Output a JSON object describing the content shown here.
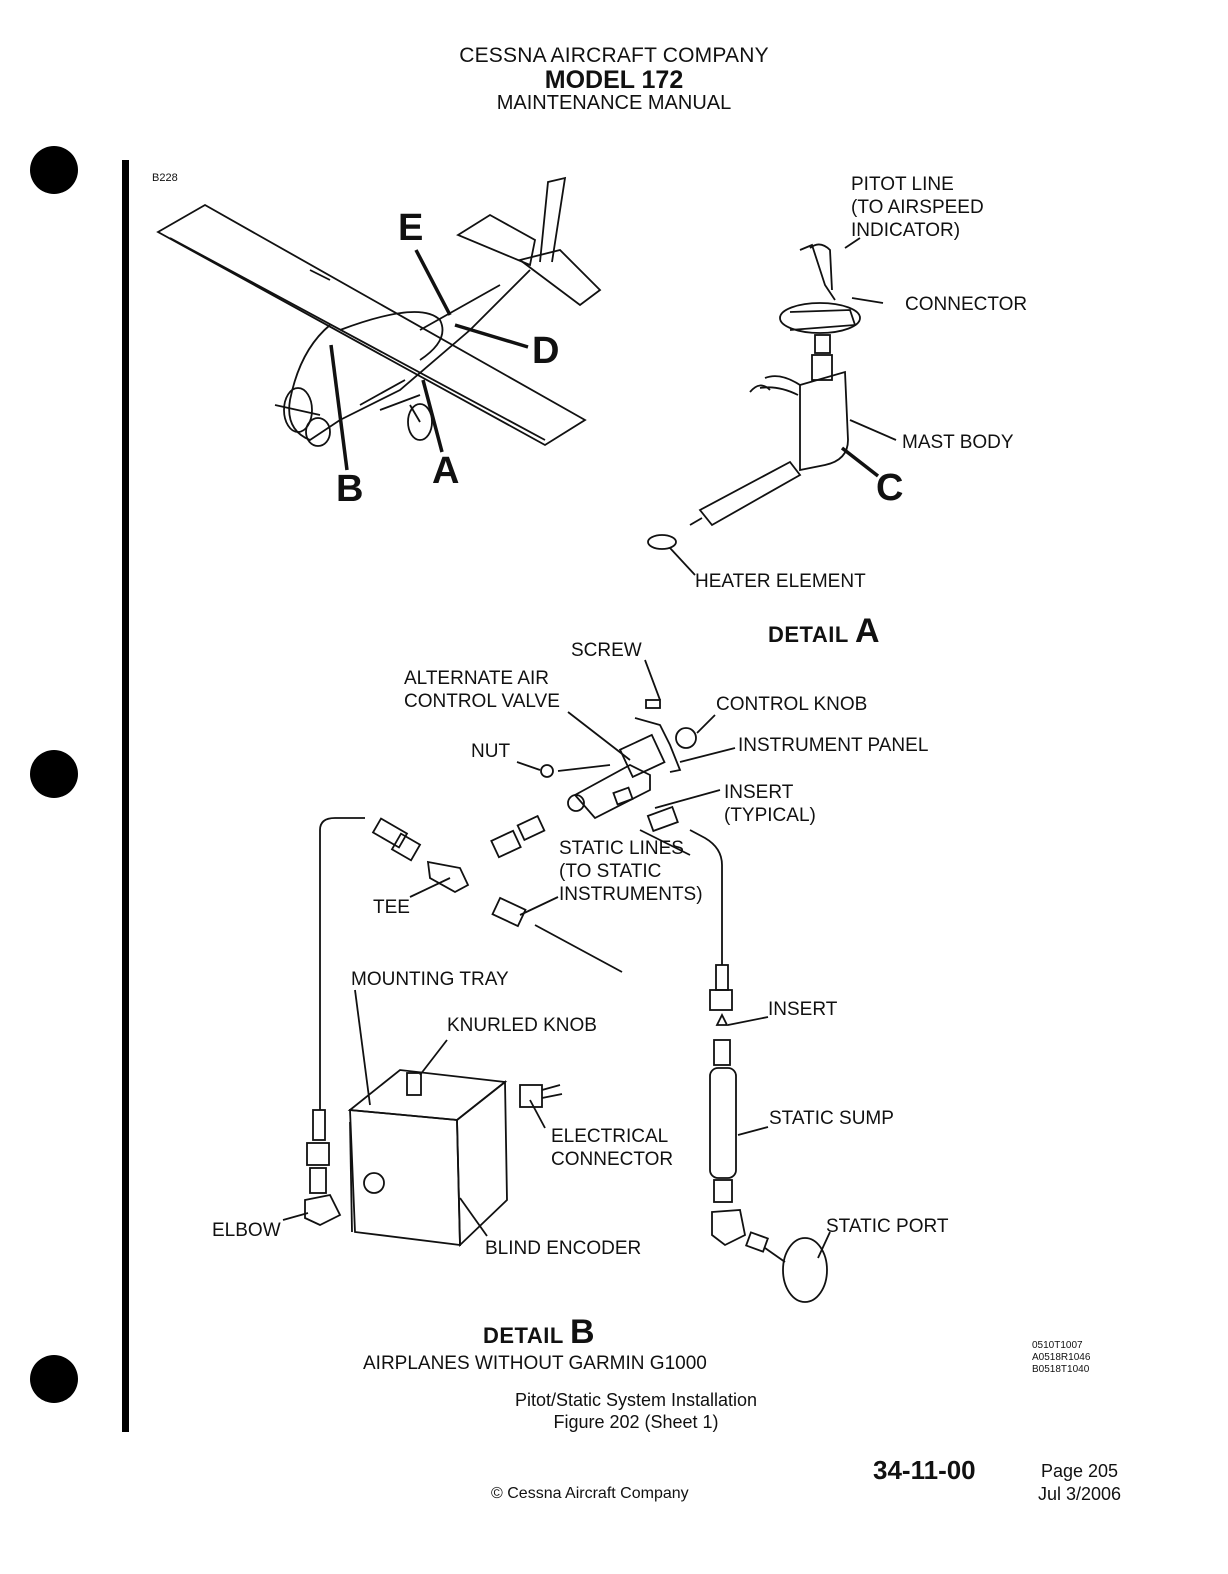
{
  "header": {
    "company": "CESSNA AIRCRAFT COMPANY",
    "model": "MODEL 172",
    "manual": "MAINTENANCE MANUAL"
  },
  "figure_code": "B228",
  "airplane_callouts": {
    "e": "E",
    "d": "D",
    "b": "B",
    "a": "A"
  },
  "detail_a": {
    "pitot_line": "PITOT LINE\n(TO AIRSPEED\nINDICATOR)",
    "connector": "CONNECTOR",
    "mast_body": "MAST BODY",
    "callout_c": "C",
    "heater_element": "HEATER ELEMENT",
    "title_word": "DETAIL",
    "title_letter": "A"
  },
  "detail_b": {
    "screw": "SCREW",
    "alternate_air": "ALTERNATE AIR\nCONTROL VALVE",
    "control_knob": "CONTROL KNOB",
    "instrument_panel": "INSTRUMENT PANEL",
    "nut": "NUT",
    "insert_typical": "INSERT\n(TYPICAL)",
    "static_lines": "STATIC LINES\n(TO STATIC\nINSTRUMENTS)",
    "tee": "TEE",
    "mounting_tray": "MOUNTING TRAY",
    "insert": "INSERT",
    "knurled_knob": "KNURLED KNOB",
    "electrical_connector": "ELECTRICAL\nCONNECTOR",
    "static_sump": "STATIC SUMP",
    "static_port": "STATIC PORT",
    "elbow": "ELBOW",
    "blind_encoder": "BLIND ENCODER",
    "title_word": "DETAIL",
    "title_letter": "B",
    "subtitle": "AIRPLANES WITHOUT GARMIN G1000"
  },
  "figure_refs": "0510T1007\nA0518R1046\nB0518T1040",
  "caption": {
    "line1": "Pitot/Static System Installation",
    "line2": "Figure 202 (Sheet 1)"
  },
  "footer": {
    "section": "34-11-00",
    "page": "Page 205",
    "date": "Jul 3/2006",
    "copyright": "© Cessna Aircraft Company"
  }
}
